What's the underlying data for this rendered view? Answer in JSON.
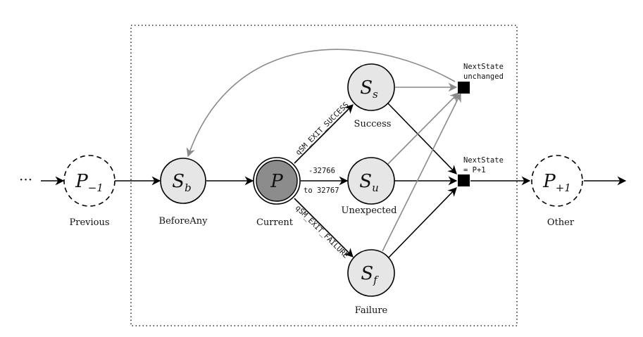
{
  "nodes": {
    "prev": {
      "main": "P",
      "sub": "−1",
      "caption": "Previous"
    },
    "before": {
      "main": "S",
      "sub": "b",
      "caption": "BeforeAny"
    },
    "current": {
      "main": "P",
      "caption": "Current"
    },
    "success": {
      "main": "S",
      "sub": "s",
      "caption": "Success"
    },
    "unexpected": {
      "main": "S",
      "sub": "u",
      "caption": "Unexpected"
    },
    "failure": {
      "main": "S",
      "sub": "f",
      "caption": "Failure"
    },
    "other": {
      "main": "P",
      "sub": "+1",
      "caption": "Other"
    }
  },
  "edges": {
    "exit_success": "qSM_EXIT_SUCCESS",
    "exit_failure": "qSM_EXIT_FAILURE",
    "unexpected_top": "-32766",
    "unexpected_bottom": "to 32767"
  },
  "junctions": {
    "unchanged_line1": "NextState",
    "unchanged_line2": "unchanged",
    "next_line1": "NextState",
    "next_line2": "= P+1"
  },
  "ellipsis": "···",
  "colors": {
    "current_fill": "#8c8c8c",
    "state_fill": "#e6e6e6",
    "gray_edge": "#8a8a8a",
    "black": "#000000"
  }
}
